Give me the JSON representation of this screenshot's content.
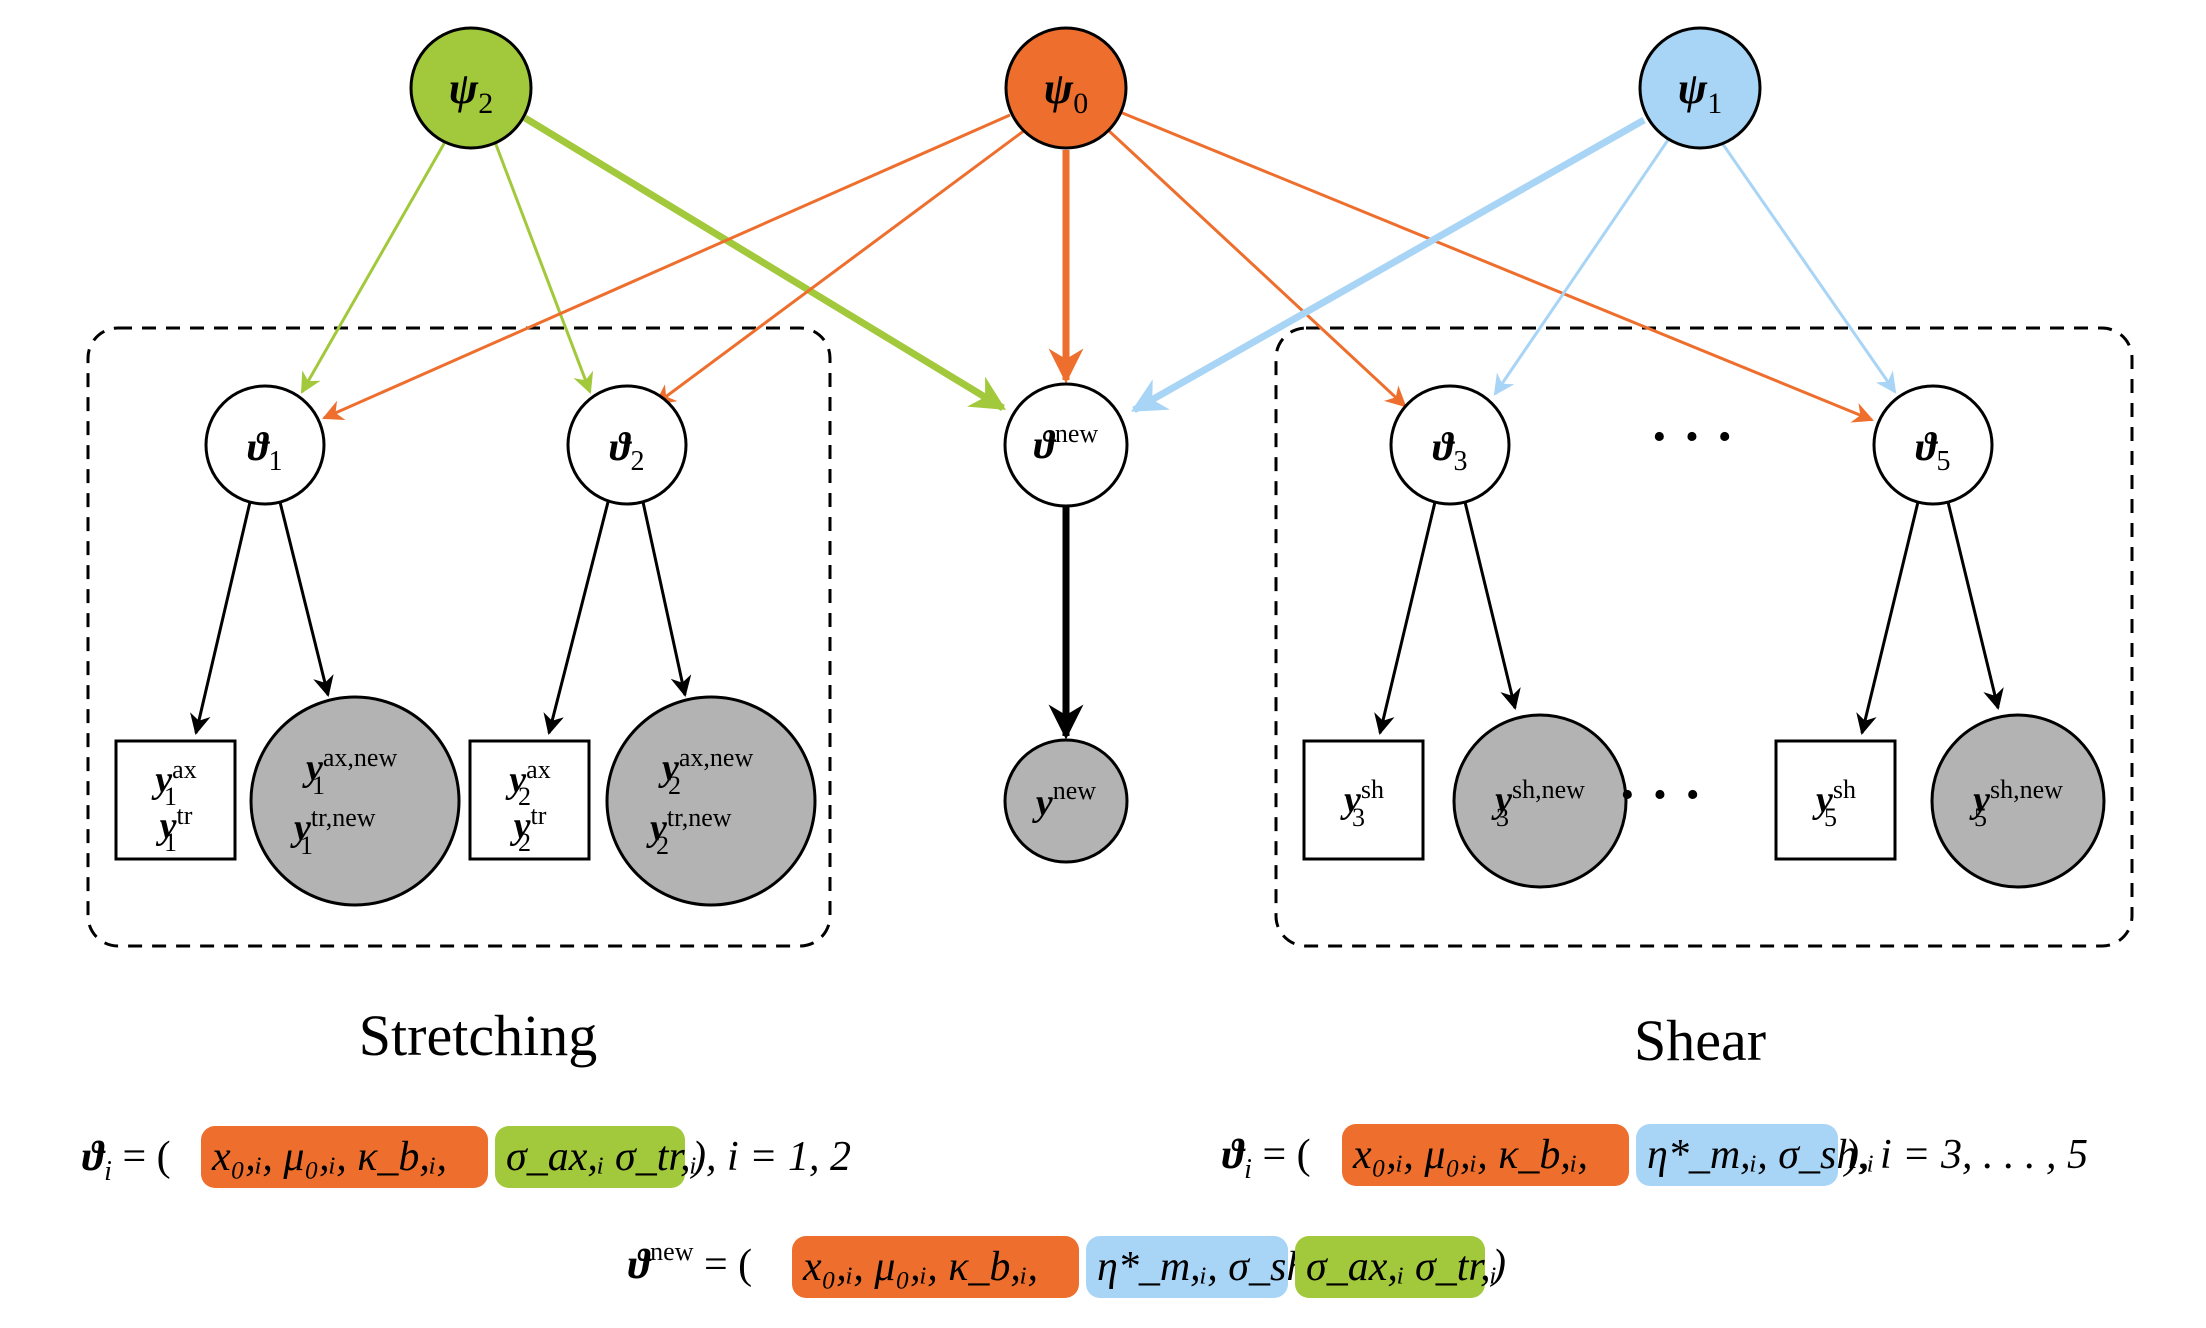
{
  "colors": {
    "orange": "#EE6F2D",
    "green": "#A2C83B",
    "blue": "#A8D4F5",
    "gray": "#B3B3B3",
    "black": "#000000"
  },
  "hyper_nodes": {
    "psi2": {
      "base": "ψ",
      "sub": "2"
    },
    "psi0": {
      "base": "ψ",
      "sub": "0"
    },
    "psi1": {
      "base": "ψ",
      "sub": "1"
    }
  },
  "param_nodes": {
    "theta1": {
      "base": "ϑ",
      "sub": "1"
    },
    "theta2": {
      "base": "ϑ",
      "sub": "2"
    },
    "theta_new": {
      "base": "ϑ",
      "sup": "new"
    },
    "theta3": {
      "base": "ϑ",
      "sub": "3"
    },
    "theta5": {
      "base": "ϑ",
      "sub": "5"
    }
  },
  "observed_nodes": {
    "y1": {
      "line1_base": "y",
      "line1_sub": "1",
      "line1_sup": "ax",
      "line2_base": "y",
      "line2_sub": "1",
      "line2_sup": "tr"
    },
    "y2": {
      "line1_base": "y",
      "line1_sub": "2",
      "line1_sup": "ax",
      "line2_base": "y",
      "line2_sub": "2",
      "line2_sup": "tr"
    },
    "y3": {
      "line1_base": "y",
      "line1_sub": "3",
      "line1_sup": "sh"
    },
    "y5": {
      "line1_base": "y",
      "line1_sub": "5",
      "line1_sup": "sh"
    }
  },
  "predictive_nodes": {
    "y1new": {
      "line1_base": "y",
      "line1_sub": "1",
      "line1_sup": "ax,new",
      "line2_base": "y",
      "line2_sub": "1",
      "line2_sup": "tr,new"
    },
    "y2new": {
      "line1_base": "y",
      "line1_sub": "2",
      "line1_sup": "ax,new",
      "line2_base": "y",
      "line2_sub": "2",
      "line2_sup": "tr,new"
    },
    "ynew": {
      "line1_base": "y",
      "line1_sup": "new"
    },
    "y3new": {
      "line1_base": "y",
      "line1_sub": "3",
      "line1_sup": "sh,new"
    },
    "y5new": {
      "line1_base": "y",
      "line1_sub": "5",
      "line1_sup": "sh,new"
    }
  },
  "ellipsis": "· · ·",
  "groups": {
    "stretching": "Stretching",
    "shear": "Shear"
  },
  "equations": {
    "stretching": {
      "lhs": "ϑ",
      "lhs_sub": "i",
      "eq": " = (",
      "orange_block": "x₀,ᵢ, μ₀,ᵢ, κ_b,ᵢ,",
      "green_block": "σ_ax,ᵢ σ_tr,ᵢ",
      "tail": "),  i = 1, 2"
    },
    "shear": {
      "lhs": "ϑ",
      "lhs_sub": "i",
      "eq": " = (",
      "orange_block": "x₀,ᵢ, μ₀,ᵢ, κ_b,ᵢ,",
      "blue_block": "η*_m,ᵢ, σ_sh,ᵢ",
      "tail": "),  i = 3, . . . , 5"
    },
    "new": {
      "lhs": "ϑ",
      "lhs_sup": "new",
      "eq": " = (",
      "orange_block": "x₀,ᵢ, μ₀,ᵢ, κ_b,ᵢ,",
      "blue_block": "η*_m,ᵢ, σ_sh,ᵢ",
      "green_block": "σ_ax,ᵢ σ_tr,ᵢ",
      "tail": ")"
    }
  }
}
